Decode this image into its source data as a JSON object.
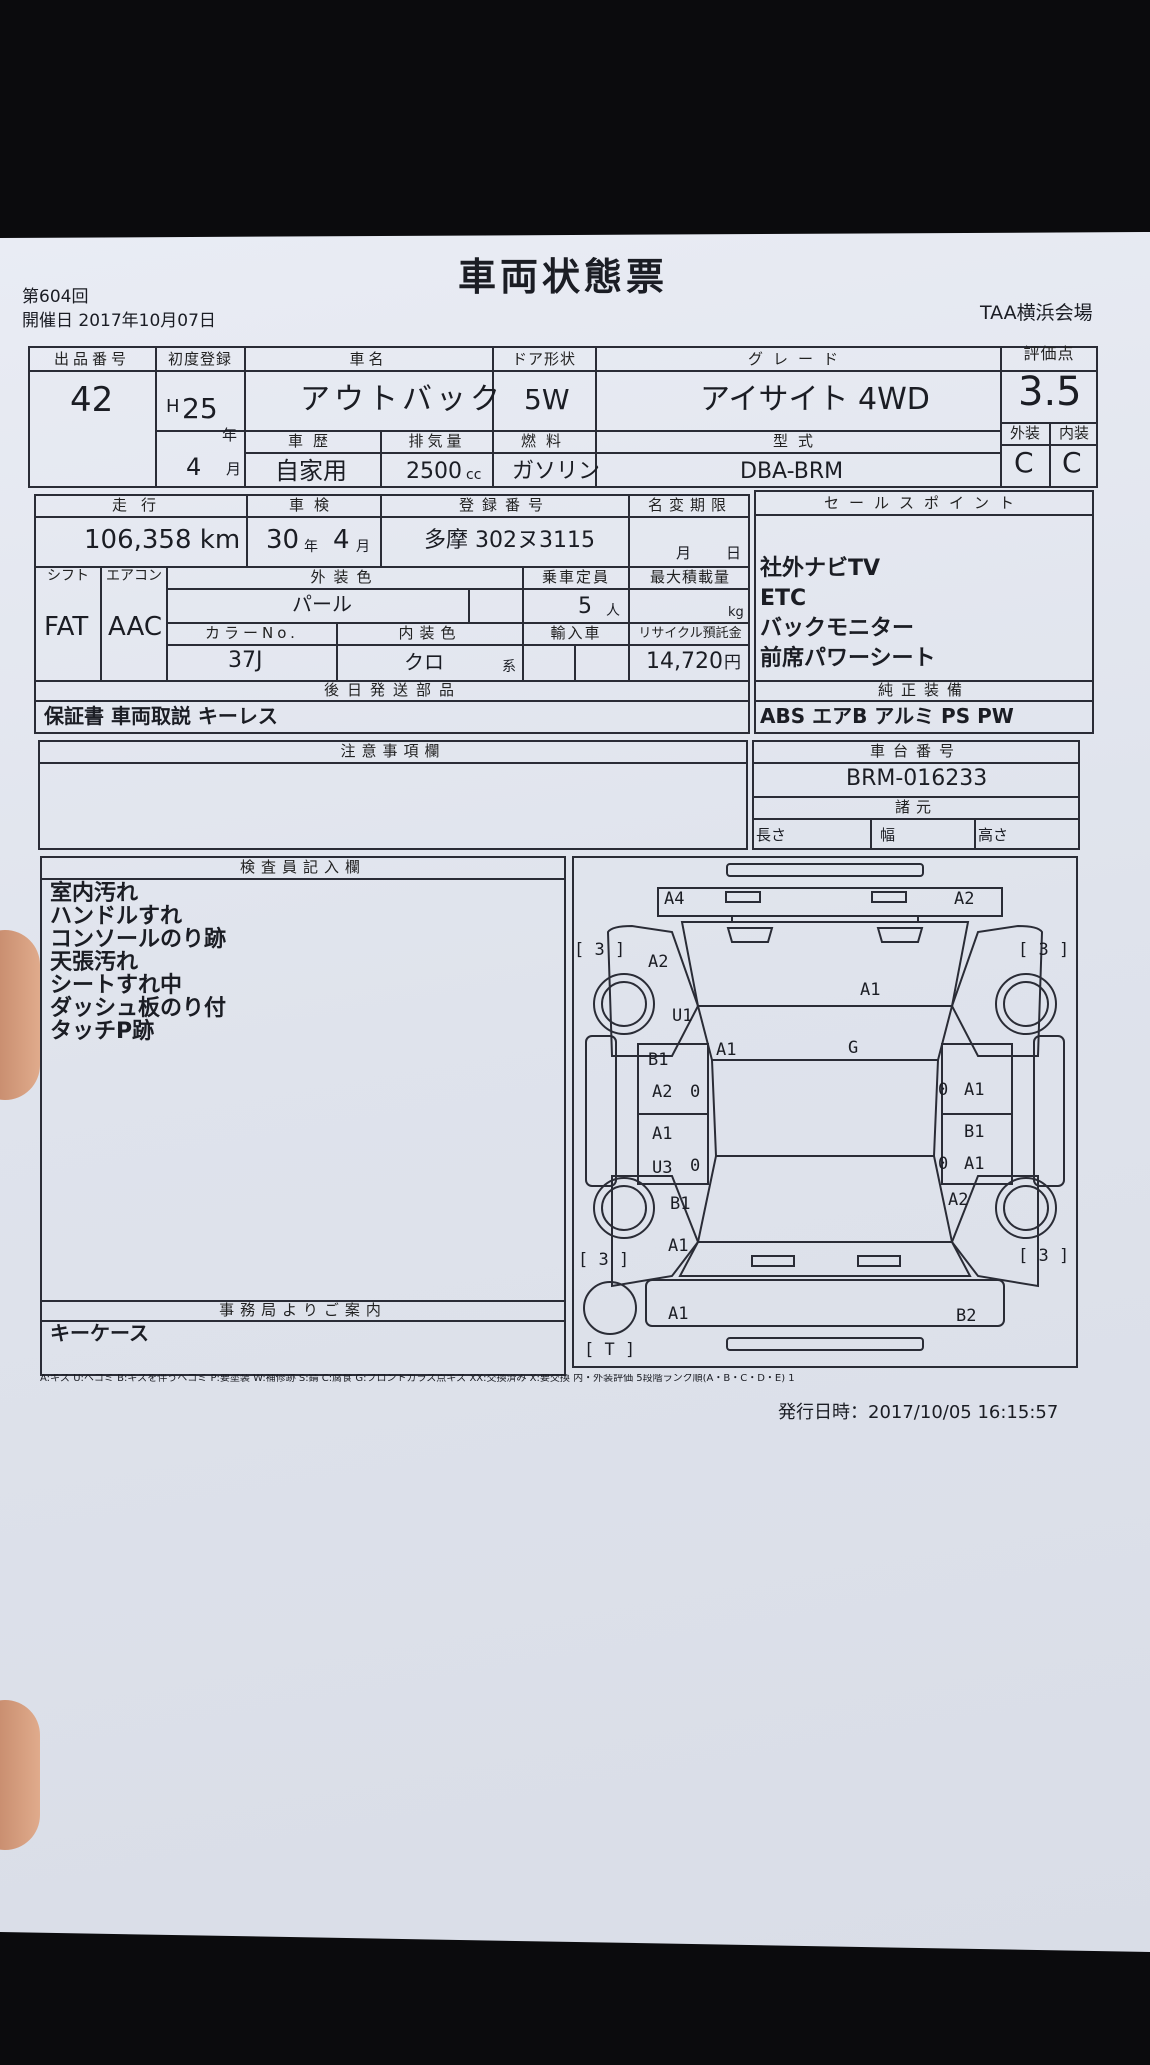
{
  "header": {
    "session": "第604回",
    "date": "開催日 2017年10月07日",
    "title": "車両状態票",
    "venue": "TAA横浜会場"
  },
  "row1": {
    "lot_label": "出品番号",
    "lot": "42",
    "first_reg_label": "初度登録",
    "era": "H",
    "year": "25",
    "year_unit": "年",
    "month": "4",
    "month_unit": "月",
    "name_label": "車名",
    "name": "アウトバック",
    "door_label": "ドア形状",
    "door": "5W",
    "grade_label": "グレード",
    "grade": "アイサイト 4WD",
    "score_label": "評価点",
    "score": "3.5",
    "history_label": "車歴",
    "history": "自家用",
    "displacement_label": "排気量",
    "displacement": "2500",
    "displacement_unit": "cc",
    "fuel_label": "燃料",
    "fuel": "ガソリン",
    "model_label": "型式",
    "model": "DBA-BRM",
    "exterior_label": "外装",
    "interior_label": "内装",
    "exterior": "C",
    "interior": "C"
  },
  "row2": {
    "mileage_label": "走行",
    "mileage": "106,358 km",
    "inspection_label": "車検",
    "insp_year": "30",
    "insp_year_unit": "年",
    "insp_month": "4",
    "insp_month_unit": "月",
    "plate_label": "登録番号",
    "plate": "多摩 302ヌ3115",
    "transfer_label": "名変期限",
    "transfer_month": "月",
    "transfer_day": "日",
    "shift_label": "シフト",
    "shift": "FAT",
    "ac_label": "エアコン",
    "ac": "AAC",
    "color_label": "外装色",
    "color": "パール",
    "capacity_label": "乗車定員",
    "capacity": "5",
    "capacity_unit": "人",
    "load_label": "最大積載量",
    "load_unit": "kg",
    "color_no_label": "カラーNo.",
    "color_no": "37J",
    "int_color_label": "内装色",
    "int_color": "クロ",
    "int_color_unit": "系",
    "import_label": "輸入車",
    "recycle_label": "リサイクル預託金",
    "recycle": "14,720",
    "recycle_unit": "円",
    "later_label": "後日発送部品",
    "later": "保証書 車両取説 キーレス"
  },
  "sales": {
    "label": "セールスポイント",
    "items": [
      "社外ナビTV",
      "ETC",
      "バックモニター",
      "前席パワーシート"
    ],
    "equip_label": "純正装備",
    "equip": "ABS エアB アルミ PS PW"
  },
  "caution": {
    "label": "注意事項欄"
  },
  "chassis": {
    "label": "車台番号",
    "value": "BRM-016233",
    "dims_label": "諸元",
    "length": "長さ",
    "width": "幅",
    "height": "高さ"
  },
  "inspector": {
    "label": "検査員記入欄",
    "lines": [
      "室内汚れ",
      "ハンドルすれ",
      "コンソールのり跡",
      "天張汚れ",
      "シートすれ中",
      "ダッシュ板のり付",
      "タッチP跡"
    ]
  },
  "office": {
    "label": "事務局よりご案内",
    "text": "キーケース"
  },
  "diagram": {
    "marks": [
      "A4",
      "A2",
      "[ 3 ]",
      "[ 3 ]",
      "A2",
      "A1",
      "U1",
      "A1",
      "G",
      "B1",
      "A2",
      "0",
      "0",
      "A1",
      "A1",
      "B1",
      "U3",
      "0",
      "0",
      "A1",
      "B1",
      "A2",
      "A1",
      "[ 3 ]",
      "[ 3 ]",
      "A1",
      "B2",
      "[ T ]"
    ]
  },
  "legend": "A:キズ U:ヘコミ B:キズを伴うヘコミ P:要塗装 W:補修跡 S:錆 C:腐食 G:フロントガラス点キズ XX:交換済み X:要交換 内・外装評価 5段階ランク順(A・B・C・D・E) 1",
  "issued": "発行日時：2017/10/05 16:15:57"
}
